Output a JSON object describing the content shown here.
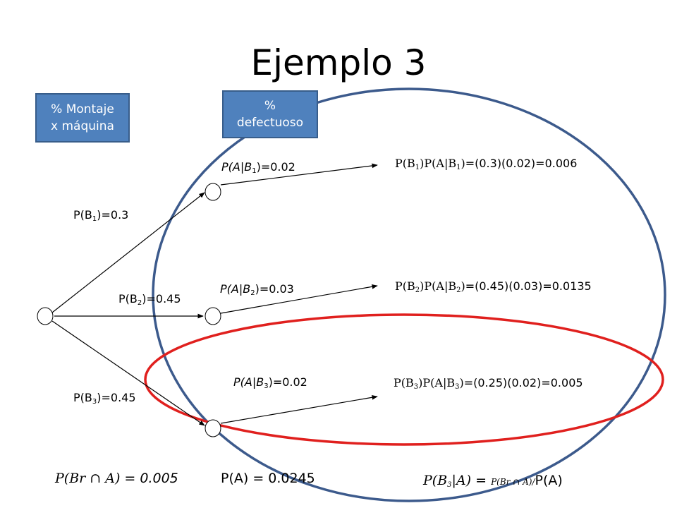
{
  "title": "Ejemplo 3",
  "boxes": {
    "montaje": {
      "line1": "% Montaje",
      "line2": "x máquina"
    },
    "defectuoso": {
      "line1": "%",
      "line2": "defectuoso"
    }
  },
  "branches": {
    "b1": {
      "prefix": "P(B",
      "sub": "1",
      "suffix": ")=0.3"
    },
    "b2": {
      "prefix": "P(B",
      "sub": "2",
      "suffix": ")=0.45"
    },
    "b3": {
      "prefix": "P(B",
      "sub": "3",
      "suffix": ")=0.45"
    }
  },
  "conditionals": {
    "a1": {
      "prefix": "P(A|B",
      "sub": "1",
      "suffix": ")=0.02"
    },
    "a2": {
      "prefix": "P(A|B",
      "sub": "2",
      "suffix": ")=0.03"
    },
    "a3": {
      "prefix": "P(A|B",
      "sub": "3",
      "suffix": ")=0.02"
    }
  },
  "products": {
    "p1": {
      "sub": "1",
      "value": "=(0.3)(0.02)=0.006"
    },
    "p2": {
      "sub": "2",
      "value": "=(0.45)(0.03)=0.0135"
    },
    "p3": {
      "sub": "3",
      "value": "=(0.25)(0.02)=0.005"
    }
  },
  "bottom": {
    "intersection_expr": "P(Br ∩ A)",
    "intersection_value": " = 0.005",
    "pa_expr": "P(A) = 0.0245",
    "bayes_lhs_prefix": "P(B",
    "bayes_lhs_sub": "3",
    "bayes_lhs_suffix": "|A) =",
    "bayes_num": "P(Br ∩ A)",
    "bayes_slash": "/",
    "bayes_den": "P(A)"
  },
  "colors": {
    "blue_ellipse": "#3c5a8c",
    "red_ellipse": "#e0201e",
    "box_fill": "#4f81bd",
    "line": "#000000"
  }
}
